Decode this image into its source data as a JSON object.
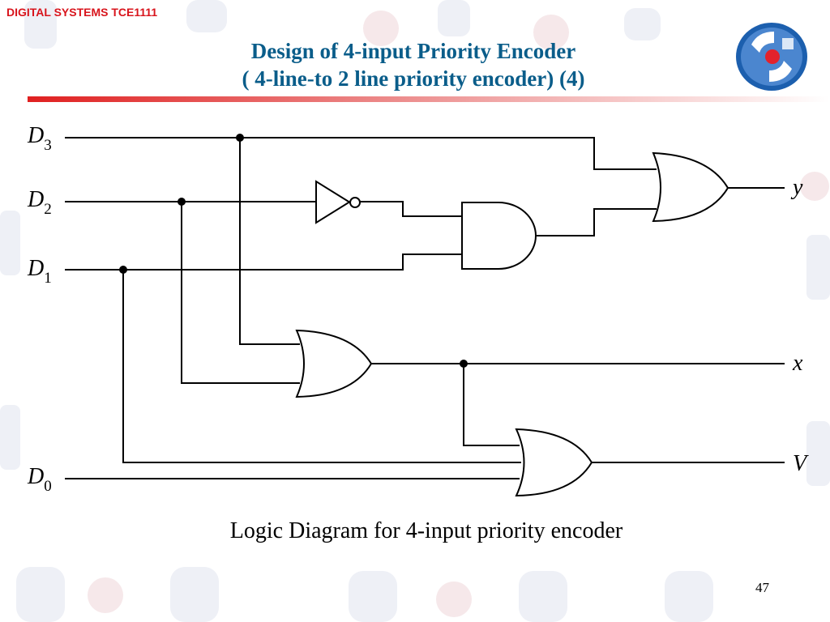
{
  "header": {
    "course_label": "DIGITAL SYSTEMS TCE1111",
    "title_line1": "Design of 4-input Priority Encoder",
    "title_line2": "( 4-line-to 2 line priority encoder) (4)"
  },
  "diagram": {
    "inputs": [
      {
        "name": "D",
        "subscript": "3"
      },
      {
        "name": "D",
        "subscript": "2"
      },
      {
        "name": "D",
        "subscript": "1"
      },
      {
        "name": "D",
        "subscript": "0"
      }
    ],
    "outputs": {
      "y": "y",
      "x": "x",
      "v": "V"
    },
    "gates": [
      "not",
      "and",
      "or-y",
      "or-x",
      "or-v"
    ]
  },
  "caption": "Logic Diagram for 4-input priority encoder",
  "page_number": "47",
  "colors": {
    "title": "#0a5d8a",
    "course": "#d8141c",
    "rule_red": "#e02020",
    "watermark": "#eef0f6"
  }
}
